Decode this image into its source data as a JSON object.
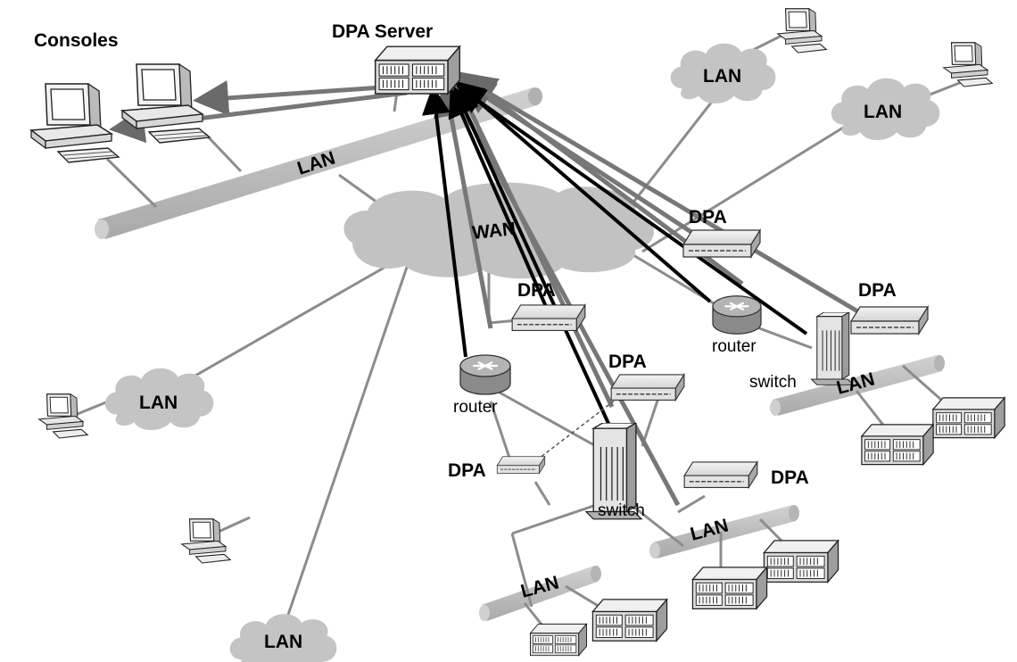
{
  "labels": {
    "consoles": "Consoles",
    "dpa_server": "DPA Server",
    "wan": "WAN",
    "lan": "LAN",
    "dpa": "DPA",
    "router": "router",
    "switch": "switch"
  }
}
